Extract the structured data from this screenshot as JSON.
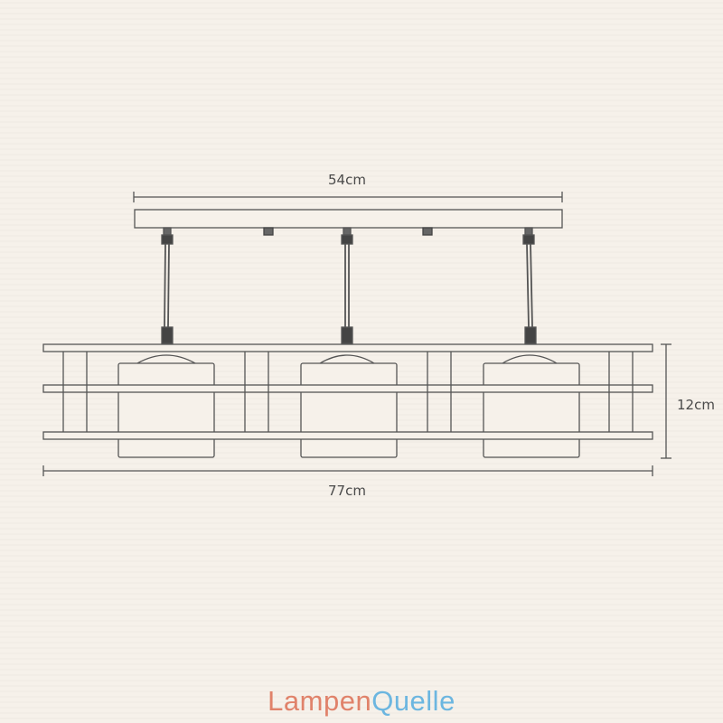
{
  "diagram": {
    "dimensions": {
      "canopy_width": "54cm",
      "fixture_width": "77cm",
      "fixture_height": "12cm"
    }
  },
  "brand": {
    "part1": "Lampen",
    "part2": "Quelle",
    "color1": "#e0826a",
    "color2": "#6cb6e0"
  },
  "colors": {
    "background": "#f6f1ea",
    "line": "#555555"
  }
}
